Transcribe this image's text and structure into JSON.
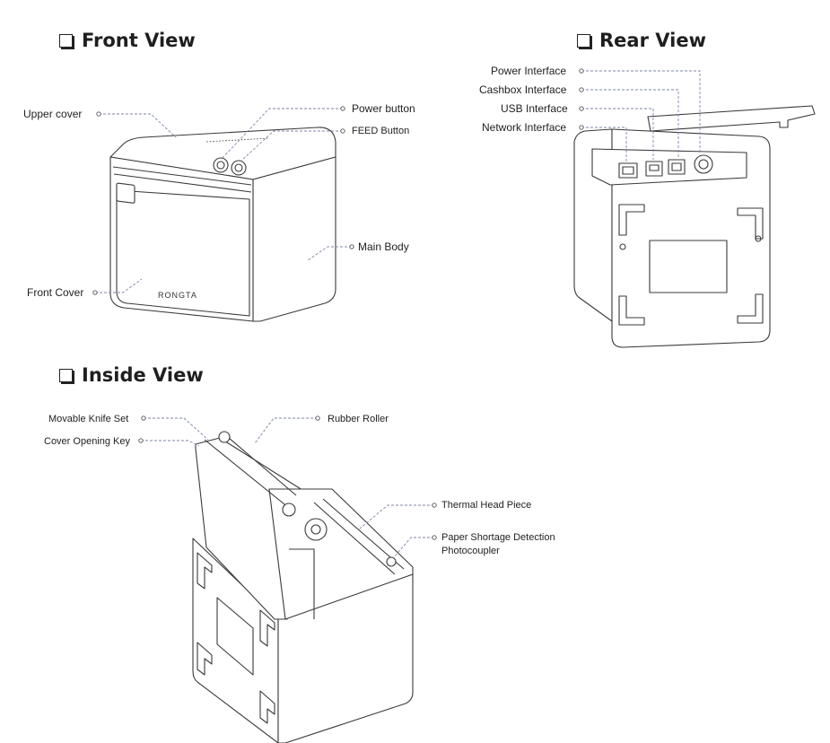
{
  "sections": {
    "front": "Front View",
    "rear": "Rear View",
    "inside": "Inside View"
  },
  "front_labels": {
    "upper_cover": "Upper cover",
    "power_button": "Power button",
    "feed_button": "FEED Button",
    "main_body": "Main Body",
    "front_cover": "Front Cover",
    "brand": "RONGTA"
  },
  "rear_labels": {
    "power_interface": "Power Interface",
    "cashbox_interface": "Cashbox Interface",
    "usb_interface": "USB Interface",
    "network_interface": "Network Interface"
  },
  "inside_labels": {
    "movable_knife_set": "Movable Knife Set",
    "cover_opening_key": "Cover Opening Key",
    "rubber_roller": "Rubber Roller",
    "thermal_head_piece": "Thermal Head Piece",
    "paper_shortage_line1": "Paper Shortage Detection",
    "paper_shortage_line2": "Photocoupler"
  },
  "colors": {
    "leader_line": "#7c86a8",
    "outline": "#3a3a3a"
  }
}
